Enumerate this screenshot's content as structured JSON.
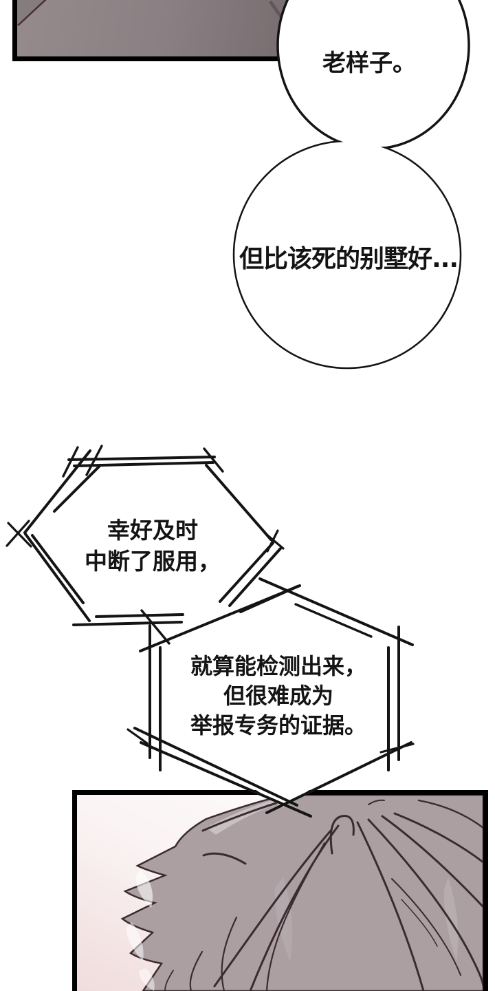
{
  "comic": {
    "bubbles": {
      "top": {
        "text": "老样子。"
      },
      "second": {
        "text": "但比该死的别墅好..."
      },
      "hex1": {
        "line1": "幸好及时",
        "line2": "中断了服用，"
      },
      "hex2": {
        "line1": "就算能检测出来，",
        "line2": "但很难成为",
        "line3": "举报专务的证据。"
      }
    },
    "colors": {
      "page_bg": "#ffffff",
      "ink": "#141414",
      "bubble_fill": "#ffffff",
      "panel_top_light": "#958a8c",
      "panel_top_dark": "#6e6466",
      "panel_top_edge_line": "#4a2e33",
      "hair_base": "#ab9fa2",
      "hair_line": "#3a2b30",
      "panel_bottom_tint": "#f0dcdc"
    }
  }
}
